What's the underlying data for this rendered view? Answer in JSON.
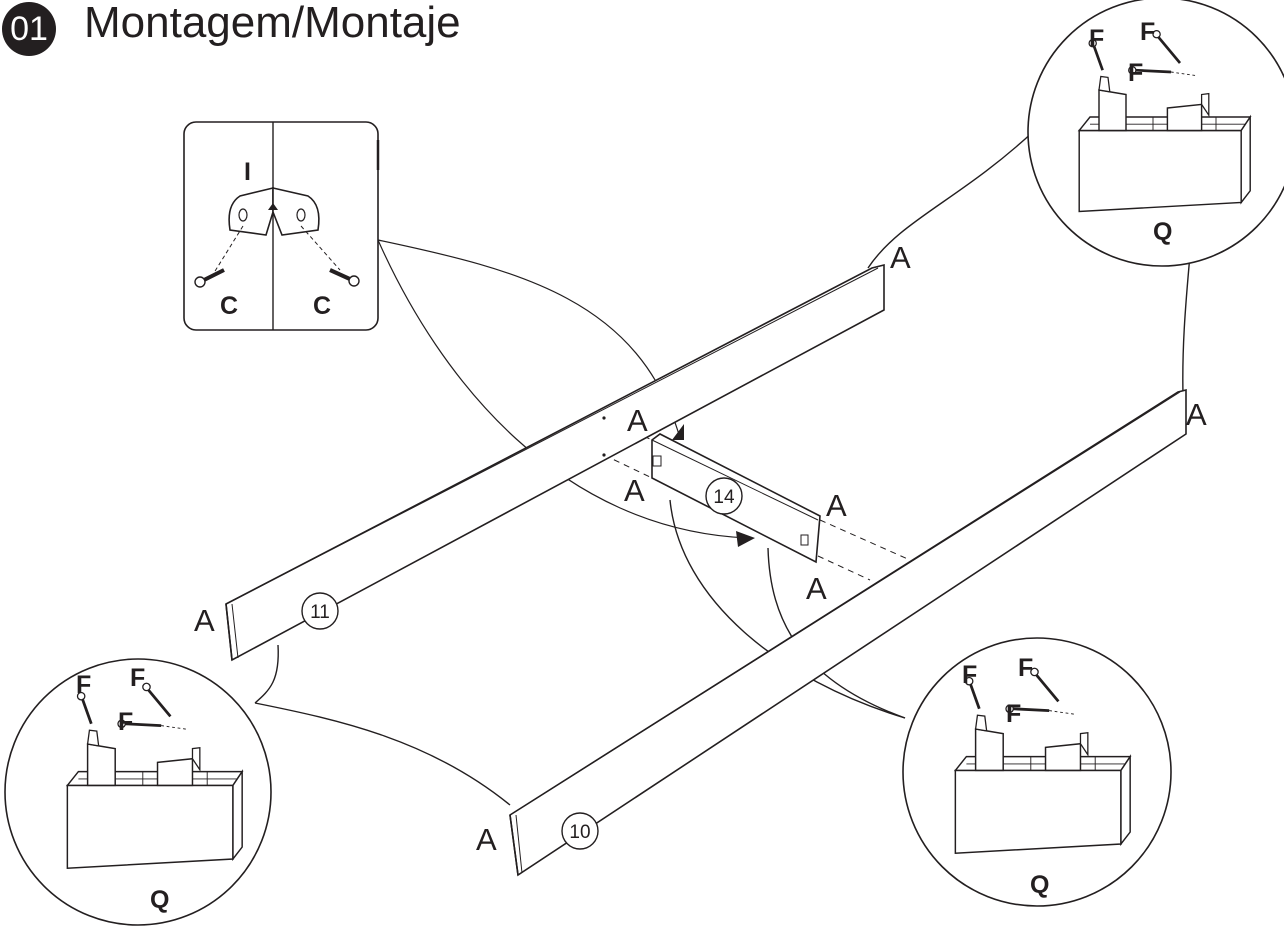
{
  "step": {
    "number": "01",
    "title": "Montagem/Montaje"
  },
  "parts": {
    "panel_11": "11",
    "panel_10": "10",
    "panel_14": "14"
  },
  "labels": {
    "A": "A",
    "C": "C",
    "F": "F",
    "I": "I",
    "Q": "Q"
  },
  "colors": {
    "ink": "#231f20",
    "paper": "#ffffff"
  }
}
